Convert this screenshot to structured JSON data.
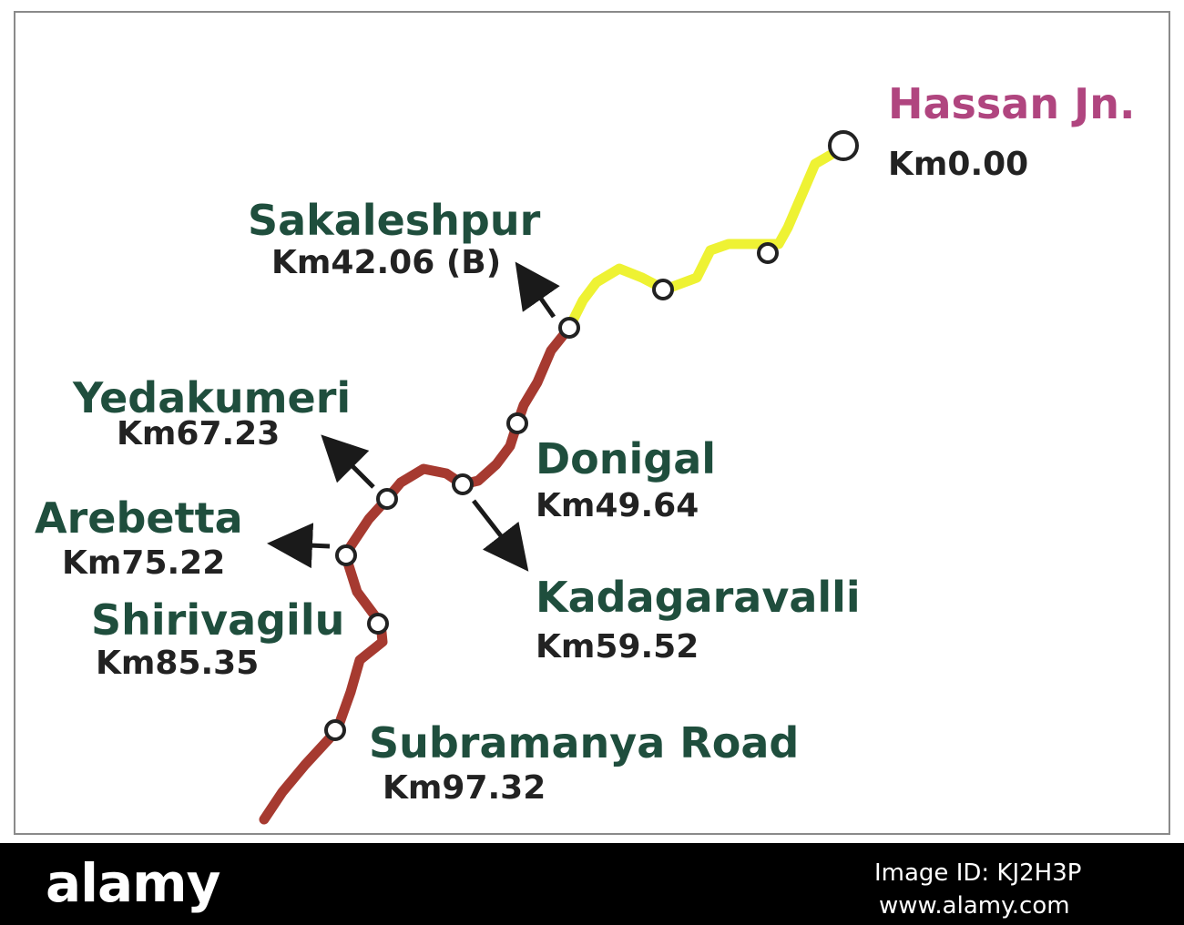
{
  "stations": [
    {
      "id": "hassan",
      "name": "Hassan Jn.",
      "km": "Km0.00",
      "origin": true
    },
    {
      "id": "sakaleshpur",
      "name": "Sakaleshpur",
      "km": "Km42.06 (B)"
    },
    {
      "id": "donigal",
      "name": "Donigal",
      "km": "Km49.64"
    },
    {
      "id": "kadagaravalli",
      "name": "Kadagaravalli",
      "km": "Km59.52"
    },
    {
      "id": "yedakumeri",
      "name": "Yedakumeri",
      "km": "Km67.23"
    },
    {
      "id": "arebetta",
      "name": "Arebetta",
      "km": "Km75.22"
    },
    {
      "id": "shirivagilu",
      "name": "Shirivagilu",
      "km": "Km85.35"
    },
    {
      "id": "subramanya",
      "name": "Subramanya Road",
      "km": "Km97.32"
    }
  ],
  "colors": {
    "section_hassan_sakaleshpur": "#eef233",
    "section_sakaleshpur_subramanya": "#a63a30",
    "station_text": "#1f4e3d",
    "origin_text": "#b0457f",
    "km_text": "#222222",
    "arrow": "#1a1a1a"
  },
  "footer": {
    "logo": "alamy",
    "image_id": "Image ID: KJ2H3P",
    "url": "www.alamy.com"
  }
}
